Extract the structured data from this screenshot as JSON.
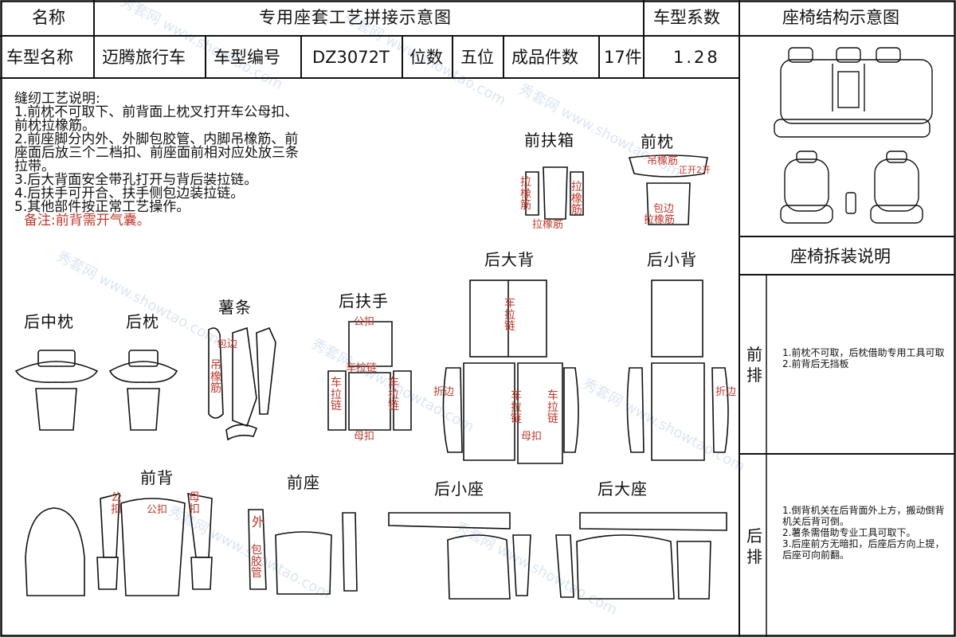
{
  "header": {
    "name_label": "名称",
    "title": "专用座套工艺拼接示意图",
    "coef_label": "车型系数",
    "structure_label": "座椅结构示意图",
    "model_name_label": "车型名称",
    "model_name": "迈腾旅行车",
    "model_code_label": "车型编号",
    "model_code": "DZ3072T",
    "seats_label": "位数",
    "seats": "五位",
    "pieces_label": "成品件数",
    "pieces": "17件",
    "coef": "1.28"
  },
  "notes": {
    "heading": "缝纫工艺说明:",
    "lines": [
      "1.前枕不可取下、前背面上枕叉打开车公母扣、",
      "前枕拉橡筋。",
      "2.前座脚分内外、外脚包胶管、内脚吊橡筋、前",
      "座面后放三个二档扣、前座面前相对应处放三条",
      "拉带。",
      "3.后大背面安全带孔打开与背后装拉链。",
      "4.后扶手可开合、扶手侧包边装拉链。",
      "5.其他部件按正常工艺操作。"
    ],
    "remark": "备注:前背需开气囊。"
  },
  "parts": {
    "front_box": "前扶箱",
    "front_pillow": "前枕",
    "rear_middle_pillow": "后中枕",
    "rear_pillow": "后枕",
    "strip": "薯条",
    "rear_armrest": "后扶手",
    "rear_big_back": "后大背",
    "rear_small_back": "后小背",
    "front_back": "前背",
    "front_seat": "前座",
    "rear_small_seat": "后小座",
    "rear_big_seat": "后大座"
  },
  "annotations": {
    "pull_elastic": "拉橡筋",
    "hang_elastic": "吊橡筋",
    "open2": "正开2开",
    "wrap_edge": "包边",
    "fold_edge": "折边",
    "male_button": "公扣",
    "female_button": "母扣",
    "zipper": "车拉链",
    "car_zipper_h": "车拉链",
    "outer": "外",
    "wrap_tube": "包胶管"
  },
  "side": {
    "disassembly_label": "座椅拆装说明",
    "front_row_label": "前排",
    "front_row_notes": [
      "1.前枕不可取，后枕借助专用工具可取",
      "2.前背后无挡板"
    ],
    "rear_row_label": "后排",
    "rear_row_notes": [
      "1.倒背机关在后背面外上方，搬动倒背机关后背可倒。",
      "2.薯条需借助专业工具可取下。",
      "3.后座前方无暗扣，后座后方向上提，后座可向前翻。"
    ]
  },
  "watermark": {
    "brand": "秀套网",
    "site": "www.showtao.com"
  },
  "colors": {
    "line": "#111111",
    "annotation": "#c0392b",
    "watermark": "#9bb4dc"
  }
}
